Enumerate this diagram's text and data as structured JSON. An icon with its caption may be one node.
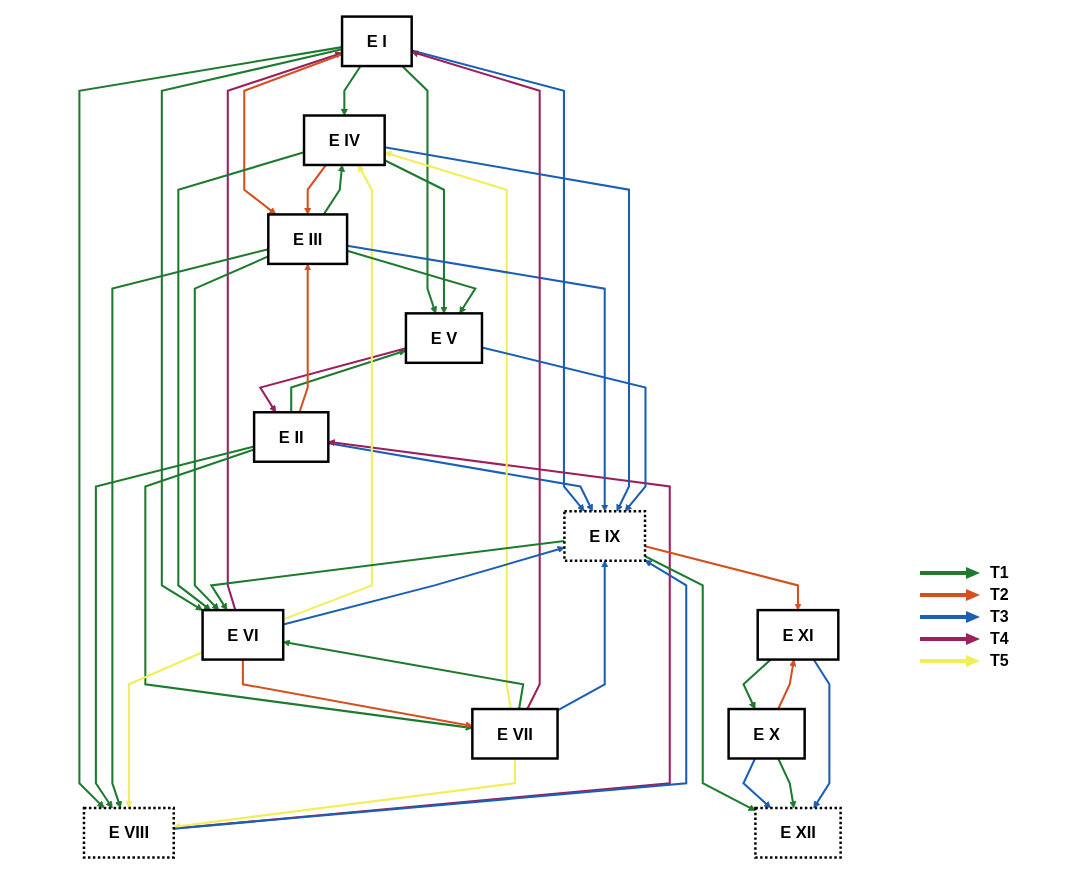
{
  "diagram": {
    "nodes": [
      {
        "text": [
          "E I"
        ]
      },
      {
        "text": [
          "E II"
        ]
      },
      {
        "text": [
          "E III"
        ]
      },
      {
        "text": [
          "E IV"
        ]
      },
      {
        "text": [
          "E V"
        ]
      },
      {
        "text": [
          "E VI"
        ]
      },
      {
        "text": [
          "E VII"
        ]
      },
      {
        "text": [
          "E VIII"
        ]
      },
      {
        "text": [
          "E IX"
        ]
      },
      {
        "text": [
          "E X"
        ]
      },
      {
        "text": [
          "E XI"
        ]
      },
      {
        "text": [
          "E XII"
        ]
      }
    ],
    "edges": [
      {
        "from": 0,
        "to": 3,
        "arrow": "to"
      },
      {
        "from": 0,
        "to": 4,
        "arrow": "to"
      },
      {
        "from": 5,
        "to": 0,
        "arrow": "to",
        "color": "#9c1f5e"
      },
      {
        "from": 0,
        "to": 5,
        "arrow": "to"
      },
      {
        "from": 0,
        "to": 2,
        "arrow": "to",
        "color": "#d4501e"
      },
      {
        "from": 0,
        "to": 8,
        "arrow": "to",
        "color": "#1a5fb4"
      },
      {
        "from": 0,
        "to": 7,
        "arrow": "to"
      },
      {
        "from": 1,
        "to": 4,
        "arrow": "to"
      },
      {
        "from": 4,
        "to": 1,
        "arrow": "to",
        "color": "#9c1f5e"
      },
      {
        "from": 1,
        "to": 2,
        "arrow": "to",
        "color": "#d4501e"
      },
      {
        "from": 1,
        "to": 8,
        "arrow": "to",
        "color": "#1a5fb4"
      },
      {
        "from": 1,
        "to": 7,
        "arrow": "to"
      },
      {
        "from": 1,
        "to": 6,
        "arrow": "to"
      },
      {
        "from": 7,
        "to": 1,
        "arrow": "to",
        "color": "#9c1f5e"
      },
      {
        "from": 3,
        "to": 2,
        "arrow": "to",
        "color": "#d4501e"
      },
      {
        "from": 2,
        "to": 3,
        "arrow": "to"
      },
      {
        "from": 6,
        "to": 3,
        "arrow": "to",
        "color": "#f2ee5a"
      },
      {
        "from": 3,
        "to": 4,
        "arrow": "to"
      },
      {
        "from": 3,
        "to": 5,
        "arrow": "to"
      },
      {
        "from": 5,
        "to": 3,
        "arrow": "to",
        "color": "#f2ee5a"
      },
      {
        "from": 2,
        "to": 4,
        "arrow": "to"
      },
      {
        "from": 2,
        "to": 7,
        "arrow": "to"
      },
      {
        "from": 2,
        "to": 8,
        "arrow": "to",
        "color": "#1a5fb4"
      },
      {
        "from": 2,
        "to": 5,
        "arrow": "to"
      },
      {
        "from": 5,
        "to": 7,
        "arrow": "to",
        "color": "#f2ee5a"
      },
      {
        "from": 6,
        "to": 5,
        "arrow": "to"
      },
      {
        "from": 5,
        "to": 6,
        "arrow": "to",
        "color": "#d4501e"
      },
      {
        "from": 6,
        "to": 7,
        "arrow": "to",
        "color": "#f2ee5a"
      },
      {
        "from": 6,
        "to": 0,
        "arrow": "to",
        "color": "#9c1f5e"
      },
      {
        "from": 3,
        "to": 8,
        "arrow": "to",
        "color": "#1a5fb4"
      },
      {
        "from": 4,
        "to": 8,
        "arrow": "to",
        "color": "#1a5fb4"
      },
      {
        "from": 5,
        "to": 8,
        "arrow": "to",
        "color": "#1a5fb4"
      },
      {
        "from": 6,
        "to": 8,
        "arrow": "to",
        "color": "#1a5fb4"
      },
      {
        "from": 7,
        "to": 8,
        "arrow": "to",
        "color": "#1a5fb4"
      },
      {
        "from": 8,
        "to": 5,
        "arrow": "to"
      },
      {
        "from": 8,
        "to": 11,
        "arrow": "to"
      },
      {
        "from": 8,
        "to": 10,
        "arrow": "to",
        "color": "#d4501e"
      },
      {
        "from": 9,
        "to": 11,
        "arrow": "to",
        "color": "#1a5fb4"
      },
      {
        "from": 9,
        "to": 11,
        "arrow": "to"
      },
      {
        "from": 10,
        "to": 9,
        "arrow": "to"
      },
      {
        "from": 9,
        "to": 10,
        "arrow": "to",
        "color": "#d4501e"
      },
      {
        "from": 10,
        "to": 11,
        "arrow": "to",
        "color": "#1a5fb4"
      }
    ],
    "legend": [
      {
        "text": "T1",
        "color": "#1e7a2e"
      },
      {
        "text": "T2",
        "color": "#d4501e"
      },
      {
        "text": "T3",
        "color": "#1a5fb4"
      },
      {
        "text": "T4",
        "color": "#9c1f5e"
      },
      {
        "text": "T5",
        "color": "#f2ee5a"
      }
    ]
  }
}
